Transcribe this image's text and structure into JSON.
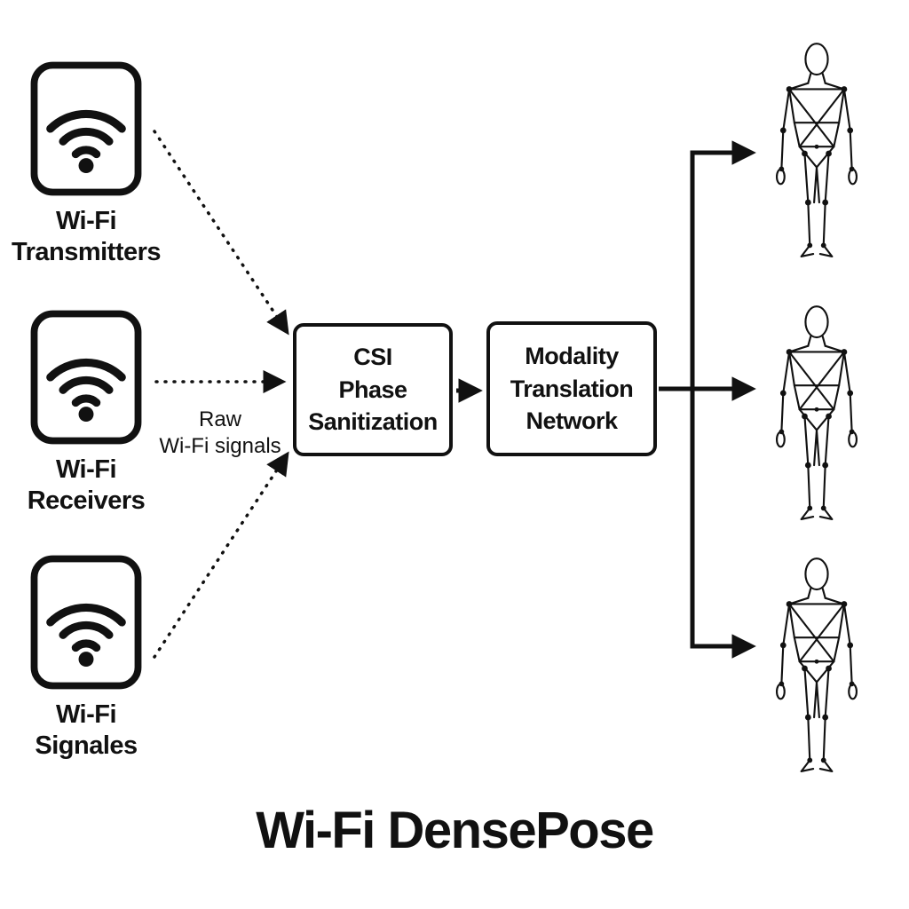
{
  "diagram": {
    "title": "Wi-Fi DensePose",
    "sources": [
      {
        "icon": "wifi-icon",
        "label": "Wi-Fi\nTransmitters"
      },
      {
        "icon": "wifi-icon",
        "label": "Wi-Fi\nReceivers"
      },
      {
        "icon": "wifi-icon",
        "label": "Wi-Fi\nSignales"
      }
    ],
    "edge_label": "Raw\nWi-Fi signals",
    "nodes": [
      {
        "label": "CSI\nPhase\nSanitization"
      },
      {
        "label": "Modality\nTranslation\nNetwork"
      }
    ],
    "outputs": [
      {
        "icon": "densepose-body-wireframe"
      },
      {
        "icon": "densepose-body-wireframe"
      },
      {
        "icon": "densepose-body-wireframe"
      }
    ],
    "colors": {
      "ink": "#111111",
      "background": "#ffffff"
    }
  }
}
